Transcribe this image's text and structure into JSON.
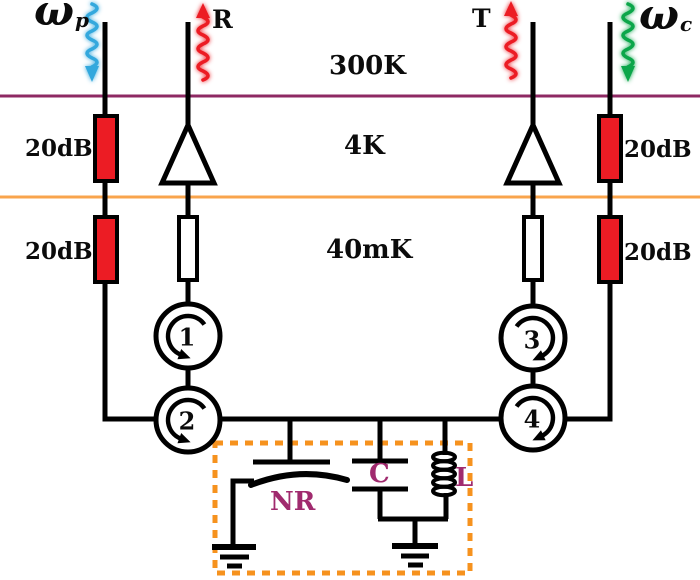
{
  "diagram": {
    "ports": {
      "pump": {
        "symbol": "ω",
        "subscript": "p"
      },
      "reflection_label": "R",
      "transmission_label": "T",
      "cavity": {
        "symbol": "ω",
        "subscript": "c"
      }
    },
    "temperature_stages": {
      "room": "300K",
      "cold": "4K",
      "base": "40mK"
    },
    "attenuator_labels": [
      "20dB",
      "20dB",
      "20dB",
      "20dB"
    ],
    "circulator_numbers": [
      "1",
      "2",
      "3",
      "4"
    ],
    "resonator_labels": {
      "nanoresonator": "NR",
      "capacitor": "C",
      "inductor": "L"
    },
    "icons": [
      "pump-wavy-arrow-icon",
      "reflection-wavy-arrow-icon",
      "transmission-wavy-arrow-icon",
      "cavity-wavy-arrow-icon",
      "amplifier-icon",
      "bandpass-filter-icon",
      "circulator-icon",
      "capacitor-icon",
      "inductor-icon",
      "nr-capacitor-icon",
      "ground-icon"
    ]
  },
  "colors": {
    "stage_line_top": "#8E2963",
    "stage_line_mid": "#F9A44C",
    "attenuator_fill": "#EC1C24",
    "box_dashed": "#F6921E",
    "component_label": "#A02A6E",
    "pump_arrow": "#33A8DD",
    "signal_arrow": "#EC1C24",
    "cavity_arrow": "#0CA64A"
  }
}
